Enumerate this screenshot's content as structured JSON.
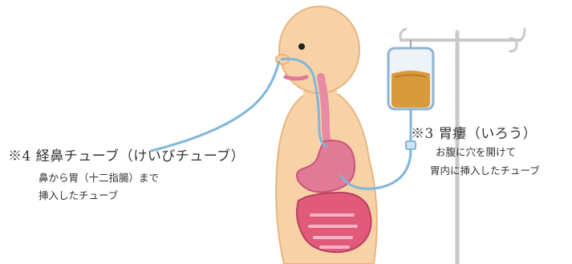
{
  "labels": {
    "gastrostomy": {
      "title": "※3 胃瘻（いろう）",
      "desc_line1": "お腹に穴を開けて",
      "desc_line2": "胃内に挿入したチューブ"
    },
    "nasogastric": {
      "title": "※4 経鼻チューブ（けいびチューブ）",
      "desc_line1": "鼻から胃（十二指腸）まで",
      "desc_line2": "挿入したチューブ"
    }
  },
  "colors": {
    "skin": "#f7d2a6",
    "skin_outline": "#e8b47f",
    "tube": "#7fb6dc",
    "stomach": "#e07a96",
    "intestine": "#e25a7a",
    "stand": "#c9c9c9",
    "bag_fill": "#d99a3c",
    "bag": "#eef3f8"
  }
}
